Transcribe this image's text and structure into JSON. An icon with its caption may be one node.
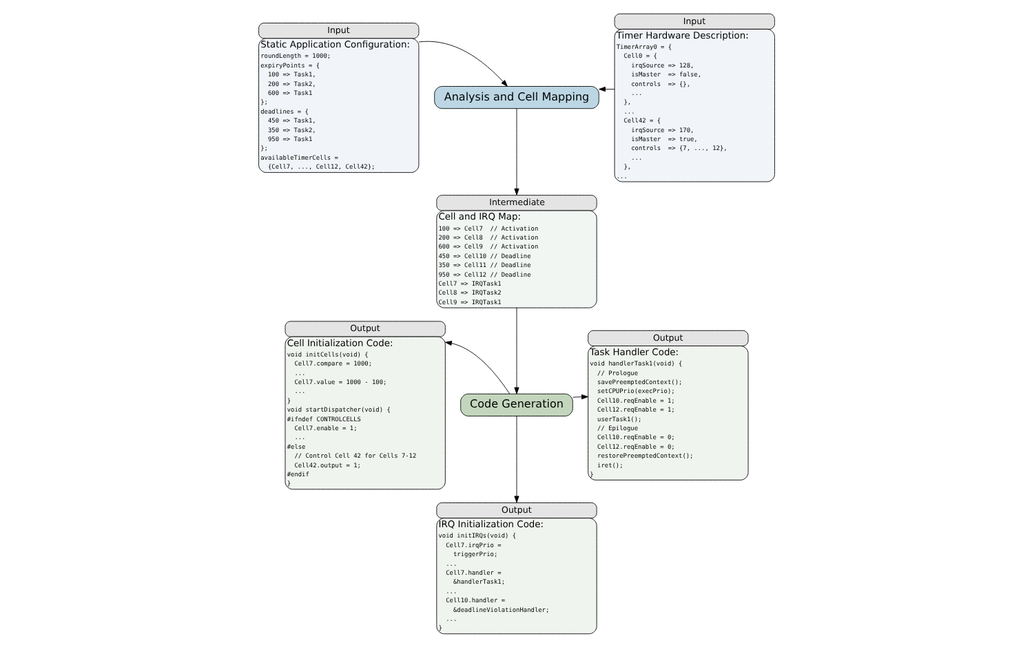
{
  "diagram": {
    "nodes": [
      {
        "text": [
          "Input",
          "Static Application Configuration:",
          "roundLength = 1000;",
          "expiryPoints = {",
          "  100 => Task1,",
          "  200 => Task2,",
          "  600 => Task1",
          "};",
          "deadlines = {",
          "  450 => Task1,",
          "  350 => Task2,",
          "  950 => Task1",
          "};",
          "availableTimerCells =",
          "  {Cell7, ..., Cell12, Cell42};"
        ]
      },
      {
        "text": [
          "Analysis and Cell Mapping"
        ]
      },
      {
        "text": [
          "Input",
          "Timer Hardware Description:",
          "TimerArray0 = {",
          "  Cell0 = {",
          "    irqSource => 128,",
          "    isMaster  => false,",
          "    controls  => {},",
          "    ...",
          "  },",
          "  ...",
          "  Cell42 = {",
          "    irqSource => 170,",
          "    isMaster  => true,",
          "    controls  => {7, ..., 12},",
          "    ...",
          "  },",
          "..."
        ]
      },
      {
        "text": [
          "Intermediate",
          "Cell and IRQ Map:",
          "100 => Cell7  // Activation",
          "200 => Cell8  // Activation",
          "600 => Cell9  // Activation",
          "450 => Cell10 // Deadline",
          "350 => Cell11 // Deadline",
          "950 => Cell12 // Deadline",
          "Cell7 => IRQTask1",
          "Cell8 => IRQTask2",
          "Cell9 => IRQTask1"
        ]
      },
      {
        "text": [
          "Output",
          "Cell Initialization Code:",
          "void initCells(void) {",
          "  Cell7.compare = 1000;",
          "  ...",
          "  Cell7.value = 1000 - 100;",
          "  ...",
          "}",
          "void startDispatcher(void) {",
          "#ifndef CONTROLCELLS",
          "  Cell7.enable = 1;",
          "  ...",
          "#else",
          "  // Control Cell 42 for Cells 7-12",
          "  Cell42.output = 1;",
          "#endif",
          "}"
        ]
      },
      {
        "text": [
          "Code Generation"
        ]
      },
      {
        "text": [
          "Output",
          "Task Handler Code:",
          "void handlerTask1(void) {",
          "  // Prologue",
          "  savePreemptedContext();",
          "  setCPUPrio(execPrio);",
          "  Cell10.reqEnable = 1;",
          "  Cell12.reqEnable = 1;",
          "  userTask1();",
          "  // Epilogue",
          "  Cell10.reqEnable = 0;",
          "  Cell12.reqEnable = 0;",
          "  restorePreemptedContext();",
          "  iret();",
          "}"
        ]
      },
      {
        "text": [
          "Output",
          "IRQ Initialization Code:",
          "void initIRQs(void) {",
          "  Cell7.irqPrio =",
          "    triggerPrio;",
          "  ...",
          "  Cell7.handler =",
          "    &handlerTask1;",
          "  ...",
          "  Cell10.handler =",
          "    &deadlineViolationHandler;",
          "  ...",
          "}"
        ]
      }
    ],
    "edges": [
      {
        "from": 0,
        "to": 1,
        "arrow": "to"
      },
      {
        "from": 2,
        "to": 1,
        "arrow": "to"
      },
      {
        "from": 1,
        "to": 3,
        "arrow": "to"
      },
      {
        "from": 3,
        "to": 5,
        "arrow": "to"
      },
      {
        "from": 5,
        "to": 4,
        "arrow": "to"
      },
      {
        "from": 5,
        "to": 7,
        "arrow": "to"
      },
      {
        "from": 5,
        "to": 6,
        "arrow": "to"
      }
    ]
  }
}
